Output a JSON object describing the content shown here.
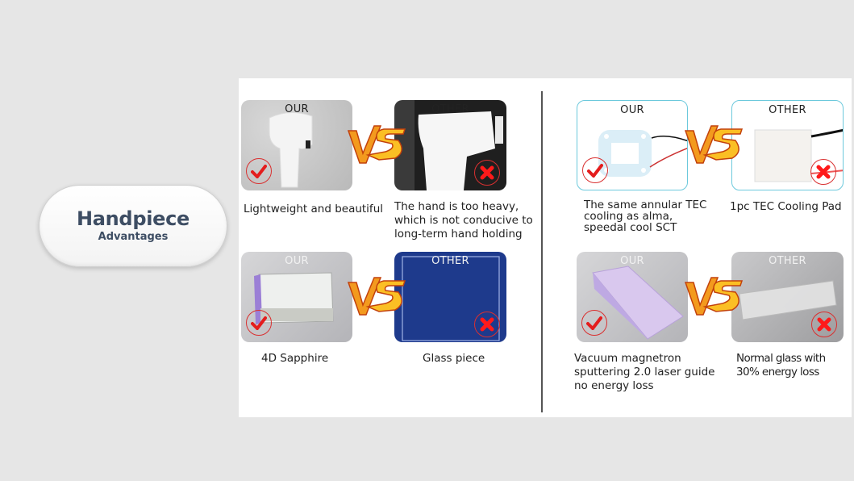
{
  "header": {
    "title": "Handpiece",
    "subtitle": "Advantages"
  },
  "comparisons": [
    {
      "our_label": "OUR",
      "other_label": "OTHER",
      "our_caption": "Lightweight and beautiful",
      "other_caption": "The hand is too heavy, which is not conducive to long-term hand holding",
      "our_image": "white-handpiece-photo",
      "other_image": "bulky-white-handpiece-photo"
    },
    {
      "our_label": "OUR",
      "other_label": "OTHER",
      "our_caption": "4D Sapphire",
      "other_caption": "Glass piece",
      "our_image": "sapphire-block-photo",
      "other_image": "blue-glass-piece-photo"
    },
    {
      "our_label": "OUR",
      "other_label": "OTHER",
      "our_caption": "The same annular TEC cooling as alma, speedal cool SCT",
      "other_caption": "1pc  TEC Cooling Pad",
      "our_image": "annular-tec-photo",
      "other_image": "tec-cooling-pad-photo"
    },
    {
      "our_label": "OUR",
      "other_label": "OTHER",
      "our_caption": "Vacuum magnetron sputtering 2.0 laser guide no energy loss",
      "other_caption": "Normal glass with 30% energy loss",
      "our_image": "purple-laser-guide-photo",
      "other_image": "clear-glass-rod-photo"
    }
  ],
  "icons": {
    "check": "check-in-circle",
    "cross": "x-in-circle",
    "vs": "vs-flame-emblem"
  },
  "colors": {
    "title_text": "#3d4d63",
    "mark_red": "#d93030",
    "vs_orange": "#f39a1e",
    "tec_frame": "#6cc9dc",
    "page_bg": "#e6e6e6"
  }
}
